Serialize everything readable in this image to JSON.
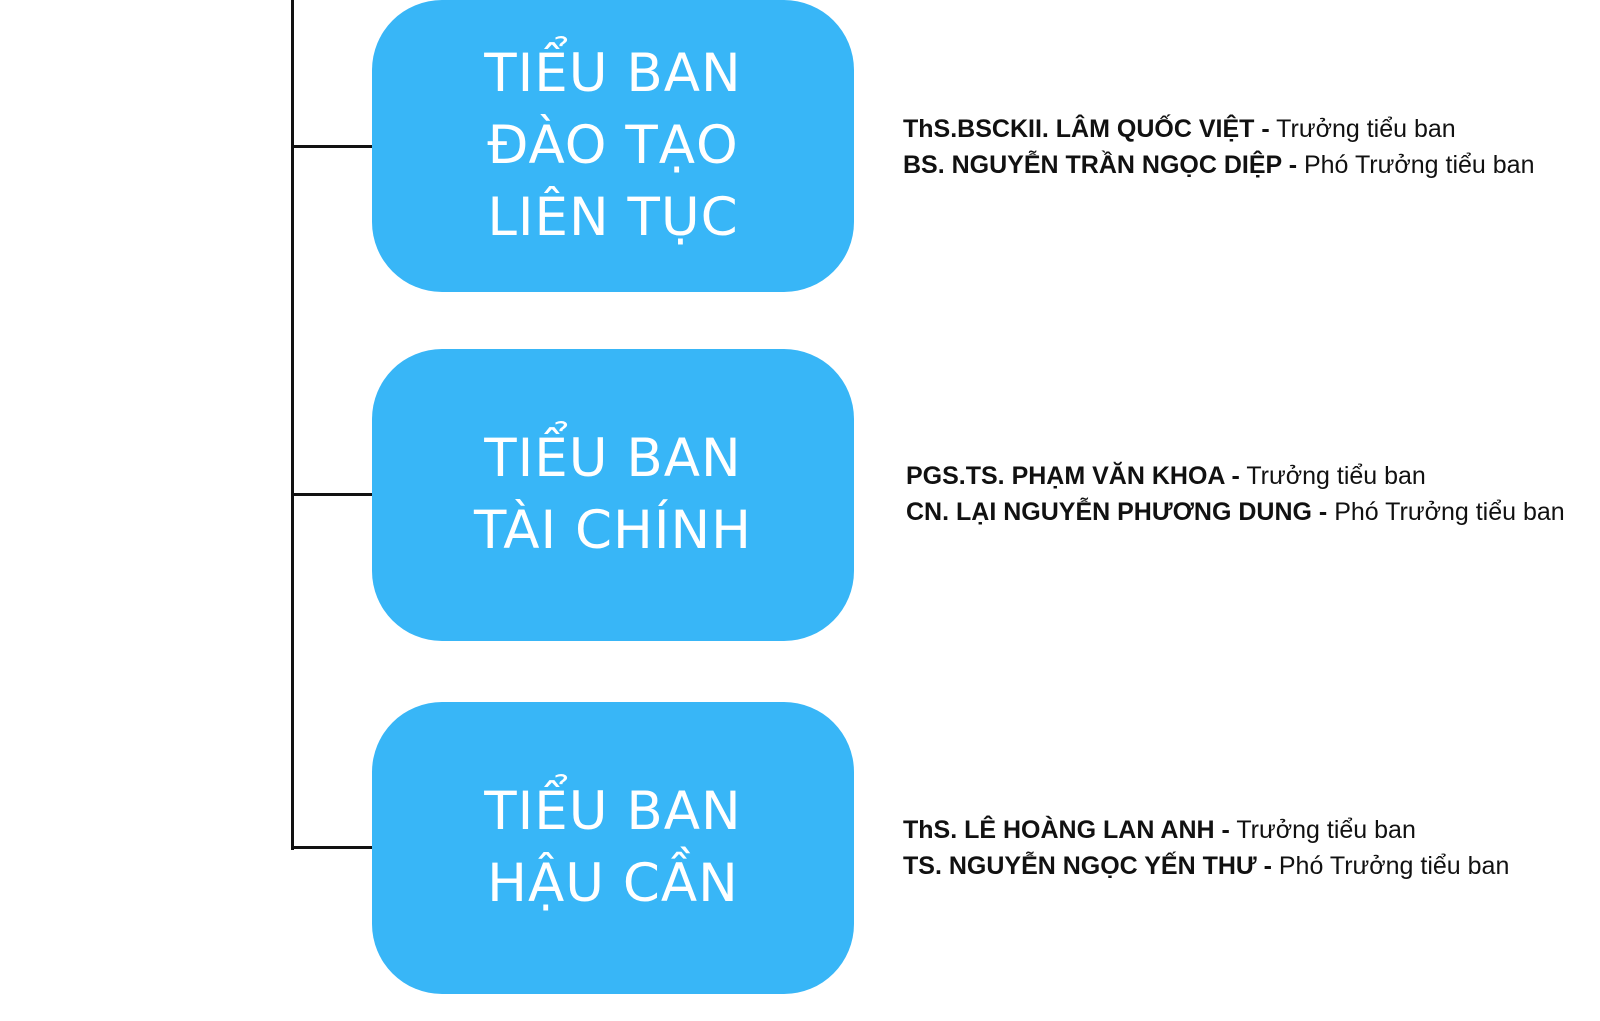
{
  "colors": {
    "box_fill": "#38b6f7",
    "box_text": "#ffffff",
    "connector": "#111111",
    "member_text": "#111111"
  },
  "committees": [
    {
      "title": "TIỂU BAN\nĐÀO TẠO\nLIÊN TỤC",
      "members": [
        {
          "name": "ThS.BSCKII. LÂM QUỐC VIỆT -",
          "role": " Trưởng tiểu ban"
        },
        {
          "name": "BS. NGUYỄN TRẦN NGỌC DIỆP -",
          "role": " Phó Trưởng tiểu ban"
        }
      ]
    },
    {
      "title": "TIỂU BAN\nTÀI CHÍNH",
      "members": [
        {
          "name": "PGS.TS. PHẠM VĂN KHOA -",
          "role": " Trưởng tiểu ban"
        },
        {
          "name": "CN. LẠI NGUYỄN PHƯƠNG DUNG -",
          "role": " Phó Trưởng tiểu ban"
        }
      ]
    },
    {
      "title": "TIỂU BAN\nHẬU CẦN",
      "members": [
        {
          "name": "ThS. LÊ HOÀNG LAN ANH -",
          "role": " Trưởng tiểu ban"
        },
        {
          "name": "TS. NGUYỄN NGỌC YẾN THƯ -",
          "role": " Phó Trưởng tiểu ban"
        }
      ]
    }
  ]
}
